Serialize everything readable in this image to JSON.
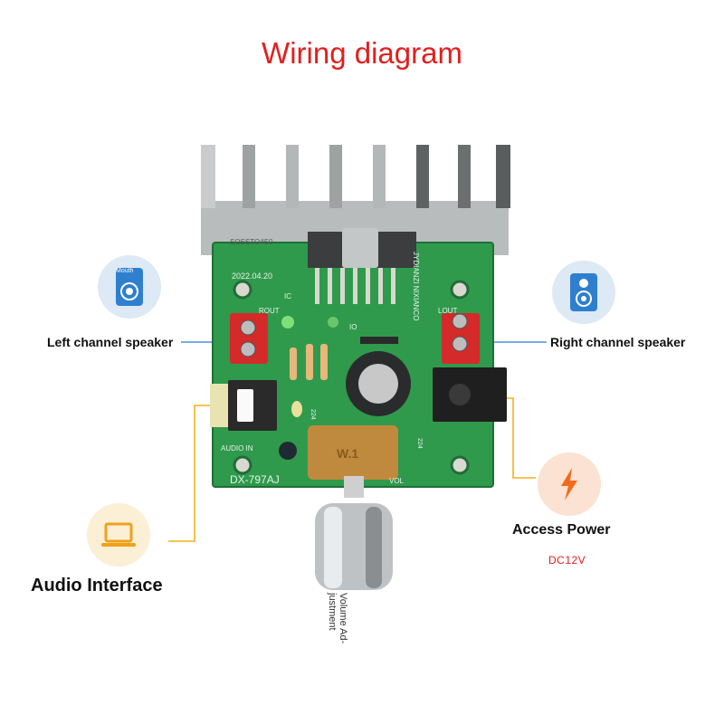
{
  "title": "Wiring diagram",
  "labels": {
    "left_speaker": "Left channel speaker",
    "right_speaker": "Right channel speaker",
    "audio_interface": "Audio Interface",
    "access_power": "Access Power",
    "dc_voltage": "DC12V",
    "volume": "Volume Ad-justment",
    "mouth": "Mouth"
  },
  "board_markings": {
    "date": "2022.04.20",
    "model": "DX-797AJ",
    "audio_in": "AUDIO IN",
    "vol": "VOL",
    "rout": "ROUT",
    "lout": "LOUT",
    "ic": "IC",
    "io": "IO",
    "c224a": "224",
    "c224b": "224",
    "brand": "JYDIANZI NIXIANCO",
    "chip": "SOSSTO4S0",
    "knob_text": "W.1"
  },
  "icons": {
    "left": "speaker-icon",
    "right": "speaker-icon",
    "audio": "laptop-icon",
    "power": "lightning-icon"
  },
  "colors": {
    "title": "#e0201f",
    "leader_line_speaker": "#4a90d9",
    "leader_line_yellow": "#f2b01e",
    "pcb": "#2f9a4c",
    "terminal": "#d42a2a",
    "dc_text": "#e0201f"
  }
}
